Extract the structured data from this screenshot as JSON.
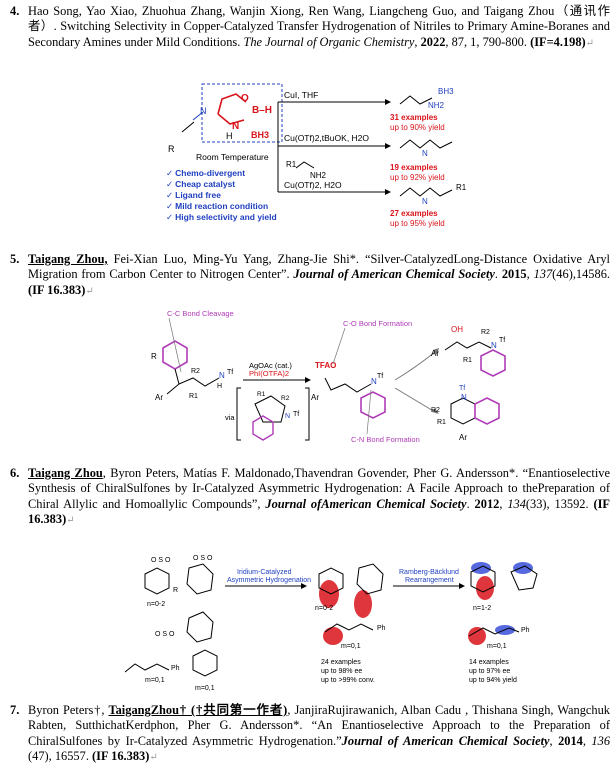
{
  "entry4": {
    "num": "4.",
    "authors": "Hao Song, Yao Xiao, Zhuohua Zhang, Wanjin Xiong, Ren Wang, Liangcheng Guo, and Taigang Zhou（通讯作者）",
    "title": ". Switching Selectivity in Copper-Catalyzed Transfer Hydrogenation of Nitriles to Primary Amine-Boranes and Secondary Amines under Mild Conditions.",
    "journal": "The Journal of Organic Chemistry",
    "year": "2022",
    "details": ", 87, 1, 790-800. ",
    "if": "(IF=4.198)",
    "scheme": {
      "ab": "O",
      "bh": "B–H",
      "nh": "N",
      "h": "H",
      "bh3": "BH3",
      "r": "R",
      "n": "N",
      "cond1": "CuI, THF",
      "cond2": "Cu(OTf)2,tBuOK, H2O",
      "cond3": "Cu(OTf)2, H2O",
      "rt": "Room Temperature",
      "r1": "R1",
      "nh2": "NH2",
      "prod1_ex": "31 examples",
      "prod1_y": "up to 90% yield",
      "prod2_ex": "19 examples",
      "prod2_y": "up to 92% yield",
      "prod3_ex": "27 examples",
      "prod3_y": "up to 95% yield",
      "bullets": [
        "Chemo-divergent",
        "Cheap catalyst",
        "Ligand free",
        "Mild reaction condition",
        "High selectivity and yield"
      ]
    }
  },
  "entry5": {
    "num": "5.",
    "author_main": "Taigang Zhou,",
    "authors": " Fei-Xian Luo, Ming-Yu Yang, Zhang-Jie Shi*. “Silver-CatalyzedLong-Distance Oxidative Aryl Migration from Carbon Center to Nitrogen Center”.",
    "journal": "Journal of American Chemical Society",
    "year": "2015",
    "vol": "137",
    "details": "(46),14586. ",
    "if": "(IF  16.383)",
    "scheme": {
      "cc": "C-C Bond Cleavage",
      "co": "C-O Bond Formation",
      "cn": "C-N Bond Formation",
      "r": "R",
      "r1": "R1",
      "r2": "R2",
      "ar": "Ar",
      "n": "N",
      "h": "H",
      "tf": "Tf",
      "reag1": "AgOAc (cat.)",
      "reag2": "PhI(OTFA)2",
      "via": "via",
      "tfao": "TFAO",
      "oh": "OH"
    }
  },
  "entry6": {
    "num": "6.",
    "author_main": "Taigang Zhou",
    "authors": ", Byron Peters, Matías F. Maldonado,Thavendran Govender, Pher G. Andersson*. “Enantioselective Synthesis of ChiralSulfones by Ir-Catalyzed Asymmetric Hydrogenation: A Facile Approach to thePreparation of Chiral Allylic and Homoallylic Compounds”,",
    "journal": "Journal ofAmerican Chemical Society",
    "year": "2012",
    "vol": "134",
    "details": "(33), 13592. ",
    "if": "(IF  16.383)",
    "scheme": {
      "step1a": "Iridium-Catalyzed",
      "step1b": "Asymmetric Hydrogenation",
      "step2a": "Ramberg-Bäcklund",
      "step2b": "Rearrangement",
      "n02": "n=0-2",
      "m01": "m=0,1",
      "n12": "n=1-2",
      "ex1": "24 examples",
      "ee1": "up to 98% ee",
      "conv1": "up to >99% conv.",
      "ex2": "14 examples",
      "ee2": "up to 97% ee",
      "y2": "up to 94% yield",
      "ph": "Ph",
      "r": "R",
      "so2": "O S O"
    }
  },
  "entry7": {
    "num": "7.",
    "authors1": "Byron Peters†, ",
    "author_main": "TaigangZhou† (†共同第一作者)",
    "authors2": ", JanjiraRujirawanich, Alban Cadu , Thishana Singh, Wangchuk Rabten, SutthichatKerdphon, Pher G. Andersson*. “An Enantioselective Approach to the Preparation of ChiralSulfones by Ir-Catalyzed Asymmetric Hydrogenation.”",
    "journal": "Journal of American Chemical Society",
    "year": "2014",
    "vol": "136",
    "details": " (47), 16557. ",
    "if": "(IF  16.383)"
  },
  "return_mark": "↵",
  "colors": {
    "red": "#d8131a",
    "blue": "#1f3fbf",
    "purple": "#b03cb8",
    "text": "#000000"
  }
}
